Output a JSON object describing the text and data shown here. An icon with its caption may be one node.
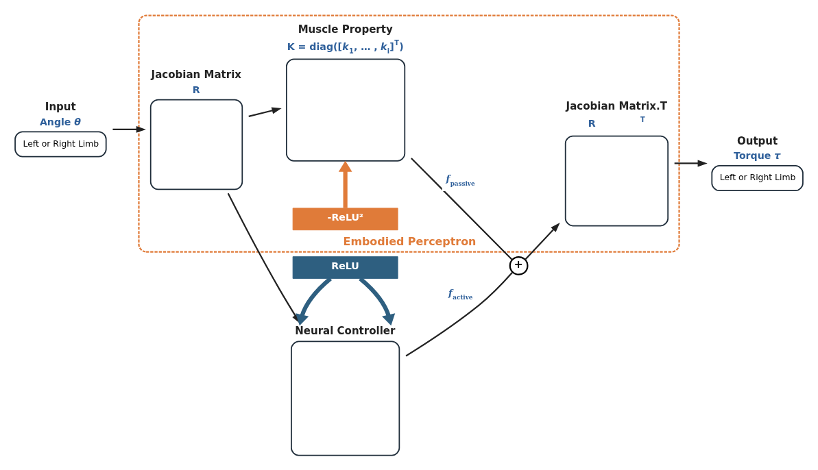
{
  "diagram": {
    "nodes": [
      {
        "text": [
          "Input",
          "Angle *θ*",
          "Left or Right Limb"
        ]
      },
      {
        "text": [
          "Embodied Perceptron"
        ]
      },
      {
        "text": [
          "Jacobian Matrix",
          "R"
        ],
        "in": 1
      },
      {
        "text": [
          "Neural Controller"
        ]
      },
      {
        "text": [
          "ReLU"
        ]
      },
      {
        "text": [
          "Muscle Property",
          "K = diag([*k*$_{1}$, … , *k*$_{i}$]$^{T}$)"
        ],
        "in": 1
      },
      {
        "text": [
          "-ReLU²"
        ],
        "in": 1
      },
      {
        "text": [
          "+"
        ]
      },
      {
        "text": [
          "Jacobian Matrix.T",
          "R$^{T}$"
        ],
        "in": 1
      },
      {
        "text": [
          "Output",
          "Torque *τ*",
          "Left or Right Limb"
        ]
      }
    ],
    "edges": [
      {
        "from": 0,
        "to": 2,
        "arrow": "to"
      },
      {
        "from": 2,
        "to": 3,
        "arrow": "to"
      },
      {
        "from": 2,
        "to": 5,
        "arrow": "to"
      },
      {
        "from": 4,
        "to": 3,
        "arrow": "to",
        "style": "thick",
        "color": "#2e5f80"
      },
      {
        "from": 4,
        "to": 3,
        "arrow": "to",
        "style": "thick",
        "color": "#2e5f80"
      },
      {
        "from": 6,
        "to": 5,
        "arrow": "to",
        "style": "thick",
        "color": "#e07b39"
      },
      {
        "from": 3,
        "to": 7,
        "arrow": "none",
        "label": "*f*$_{active}$"
      },
      {
        "from": 5,
        "to": 7,
        "arrow": "none",
        "label": "*f*$_{passive}$"
      },
      {
        "from": 7,
        "to": 8,
        "arrow": "to"
      },
      {
        "from": 8,
        "to": 9,
        "arrow": "to"
      }
    ]
  }
}
